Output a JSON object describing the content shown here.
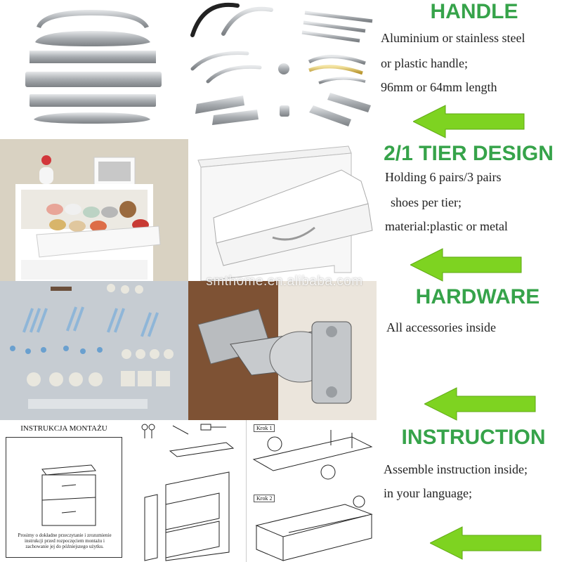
{
  "watermark": "smthome.en.alibaba.com",
  "sections": {
    "handle": {
      "title": "HANDLE",
      "lines": [
        "Aluminium or stainless steel",
        "or plastic handle;",
        "96mm or 64mm length"
      ]
    },
    "tier": {
      "title": "2/1 TIER DESIGN",
      "lines": [
        "Holding 6 pairs/3 pairs",
        "shoes per tier;",
        "material:plastic or metal"
      ]
    },
    "hardware": {
      "title": "HARDWARE",
      "lines": [
        "All accessories inside"
      ]
    },
    "instruction": {
      "title": "INSTRUCTION",
      "lines": [
        "Assemble instruction inside;",
        "in your language;"
      ]
    }
  },
  "manual": {
    "title": "INSTRUKCJA MONTAŻU",
    "note_lines": [
      "Prosimy o dokładne przeczytanie i zrozumienie",
      "instrukcji przed rozpoczęciem montażu i",
      "zachowanie jej do późniejszego użytku."
    ],
    "step1": "Krok 1",
    "step2": "Krok 2"
  },
  "colors": {
    "accent_green": "#36a34a",
    "arrow_green": "#7ed321"
  }
}
